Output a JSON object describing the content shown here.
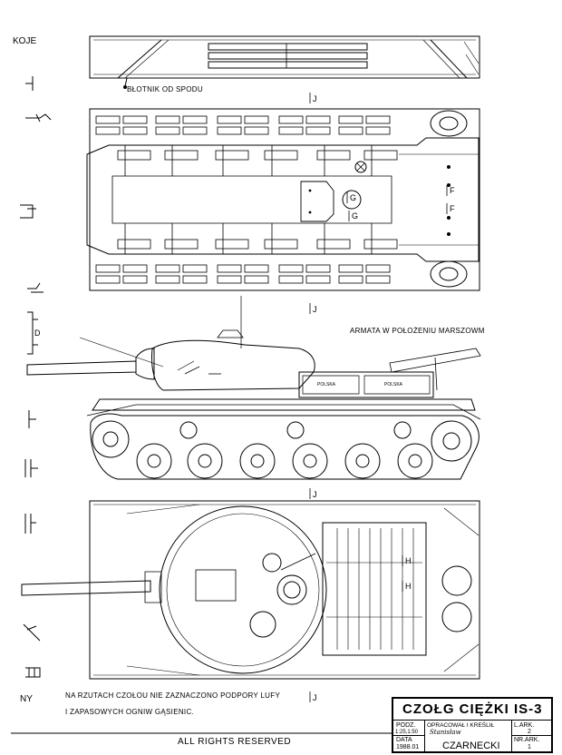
{
  "left_strip": {
    "top_label": "KOJE",
    "bottom_label": "NY"
  },
  "annotations": {
    "fender_note": "BŁOTNIK OD SPODU",
    "gun_note": "ARMATA W POŁOŻENIU MARSZOWM",
    "footnote_line1": "NA RZUTACH CZOŁOU NIE ZAZNACZONO PODPORY LUFY",
    "footnote_line2": "I ZAPASOWYCH OGNIW GĄSIENIC.",
    "rights": "ALL RIGHTS RESERVED"
  },
  "section_marks": {
    "j": "J",
    "f": "F",
    "g": "G",
    "h": "H",
    "d": "D"
  },
  "hull_plates": {
    "left": "POLSKA",
    "right": "POLSKA"
  },
  "title_block": {
    "title": "CZOŁG CIĘŻKI IS-3",
    "podz_label": "PODZ.",
    "scale": "1:25,1:50",
    "data_label": "DATA",
    "date": "1988.01",
    "drawn_label": "OPRACOWAŁ I KREŚLIŁ",
    "author_first": "Stanisław",
    "author_last": "CZARNECKI",
    "sheet_label": "L.ARK.",
    "sheet_count": "2",
    "sheet_no_label": "NR.ARK.",
    "sheet_no": "1"
  }
}
